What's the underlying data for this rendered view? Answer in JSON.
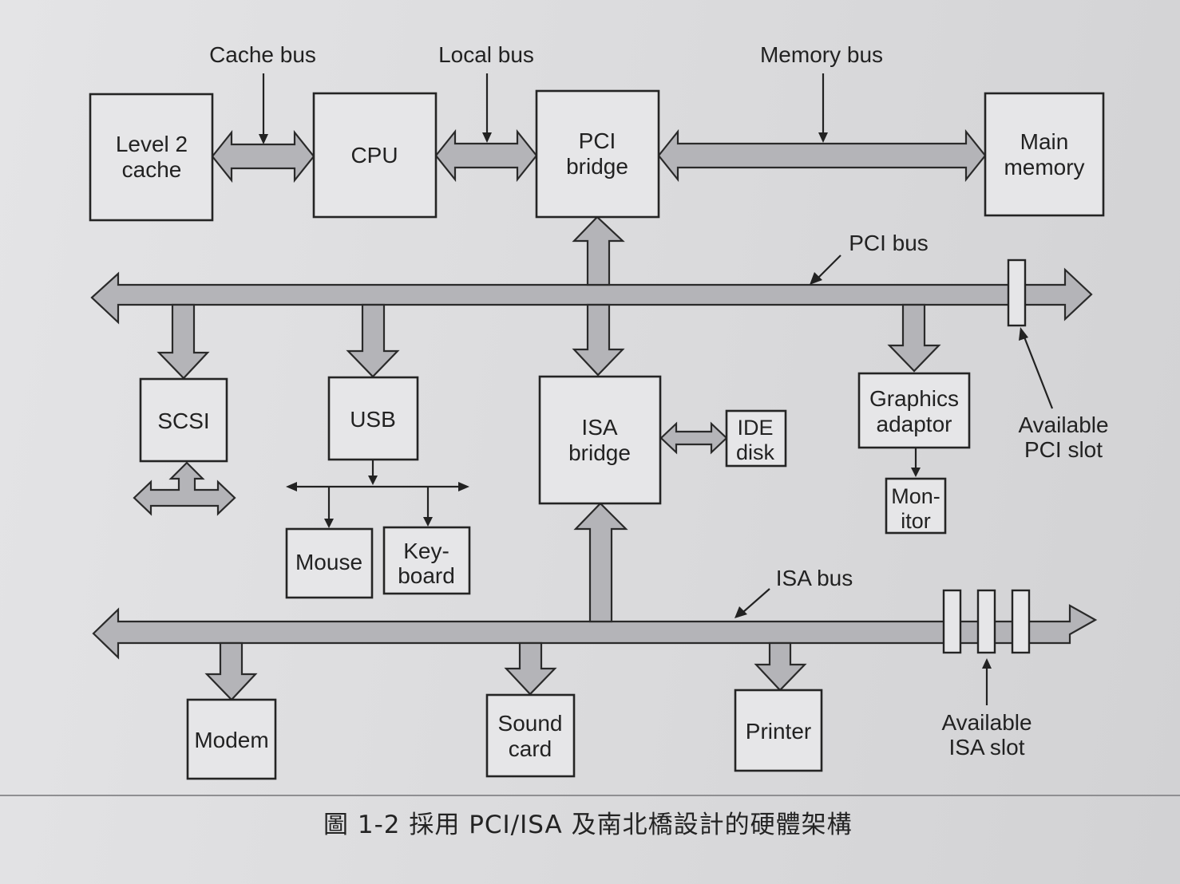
{
  "bus_labels": {
    "cache_bus": "Cache bus",
    "local_bus": "Local bus",
    "memory_bus": "Memory bus",
    "pci_bus": "PCI bus",
    "isa_bus": "ISA bus"
  },
  "components": {
    "level2_cache": [
      "Level 2",
      "cache"
    ],
    "cpu": [
      "CPU"
    ],
    "pci_bridge": [
      "PCI",
      "bridge"
    ],
    "main_memory": [
      "Main",
      "memory"
    ],
    "scsi": [
      "SCSI"
    ],
    "usb": [
      "USB"
    ],
    "isa_bridge": [
      "ISA",
      "bridge"
    ],
    "ide_disk": [
      "IDE",
      "disk"
    ],
    "graphics_adaptor": [
      "Graphics",
      "adaptor"
    ],
    "monitor": [
      "Mon-",
      "itor"
    ],
    "mouse": [
      "Mouse"
    ],
    "keyboard": [
      "Key-",
      "board"
    ],
    "modem": [
      "Modem"
    ],
    "sound_card": [
      "Sound",
      "card"
    ],
    "printer": [
      "Printer"
    ]
  },
  "slot_labels": {
    "available_pci_slot": [
      "Available",
      "PCI slot"
    ],
    "available_isa_slot": [
      "Available",
      "ISA slot"
    ]
  },
  "caption": "圖 1-2  採用 PCI/ISA 及南北橋設計的硬體架構"
}
